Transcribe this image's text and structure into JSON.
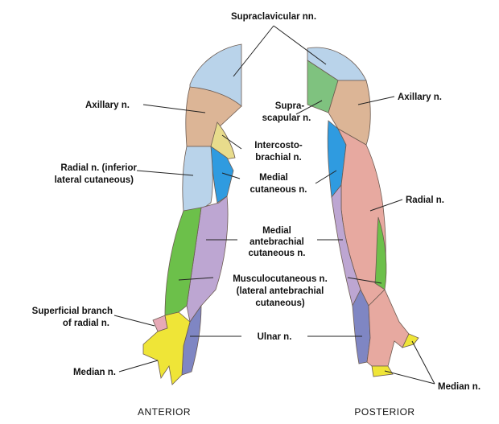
{
  "labels": {
    "supraclavicular": "Supraclavicular nn.",
    "axillary_left": "Axillary n.",
    "axillary_right": "Axillary n.",
    "suprascapular_1": "Supra-",
    "suprascapular_2": "scapular n.",
    "intercostobrachial_1": "Intercosto-",
    "intercostobrachial_2": "brachial n.",
    "radial_inferior_1": "Radial n. (inferior",
    "radial_inferior_2": "lateral cutaneous)",
    "medial_cutaneous_1": "Medial",
    "medial_cutaneous_2": "cutaneous n.",
    "radial_right": "Radial n.",
    "medial_antebrachial_1": "Medial",
    "medial_antebrachial_2": "antebrachial",
    "medial_antebrachial_3": "cutaneous n.",
    "musculocutaneous_1": "Musculocutaneous n.",
    "musculocutaneous_2": "(lateral antebrachial",
    "musculocutaneous_3": "cutaneous)",
    "superficial_radial_1": "Superficial branch",
    "superficial_radial_2": "of radial n.",
    "ulnar": "Ulnar n.",
    "median_left": "Median n.",
    "median_right": "Median n."
  },
  "views": {
    "anterior": "ANTERIOR",
    "posterior": "POSTERIOR"
  },
  "colors": {
    "supraclavicular": "#b9d3ea",
    "axillary": "#dcb596",
    "suprascapular": "#7fc27f",
    "intercostobrachial": "#e8dc8c",
    "medial_cutaneous": "#2f9be0",
    "radial": "#e7a9a0",
    "medial_antebrachial": "#bda6d2",
    "musculocutaneous": "#6cc04a",
    "ulnar": "#7f86c3",
    "median": "#efe537",
    "superficial_radial": "#e7a9b6"
  }
}
